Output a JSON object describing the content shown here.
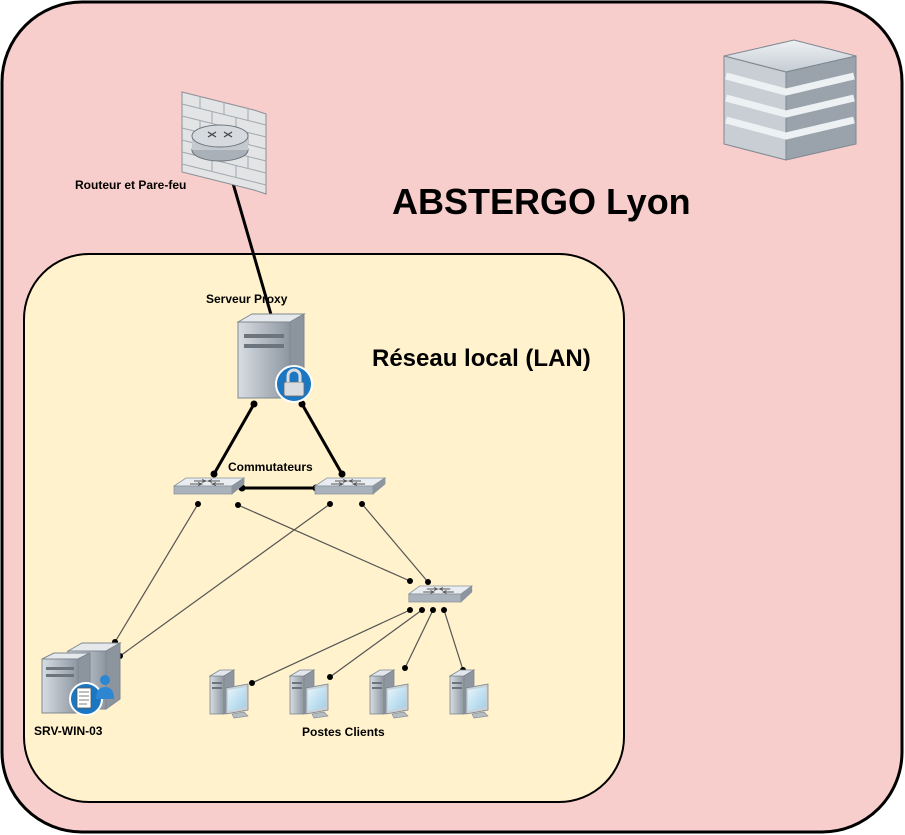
{
  "diagram": {
    "title": "ABSTERGO Lyon",
    "lan_title": "Réseau local (LAN)",
    "router_label": "Routeur et Pare-feu",
    "proxy_label": "Serveur Proxy",
    "switches_label": "Commutateurs",
    "server_label": "SRV-WIN-03",
    "clients_label": "Postes Clients"
  },
  "colors": {
    "outer_fill": "#f8cecc",
    "lan_fill": "#fff2cc",
    "border": "#000000",
    "link": "#000000",
    "thin_link": "#555555"
  },
  "icons": {
    "building": "office-building-icon",
    "router": "router-firewall-icon",
    "proxy": "proxy-server-icon",
    "switch": "network-switch-icon",
    "server": "windows-server-icon",
    "client": "client-workstation-icon"
  }
}
